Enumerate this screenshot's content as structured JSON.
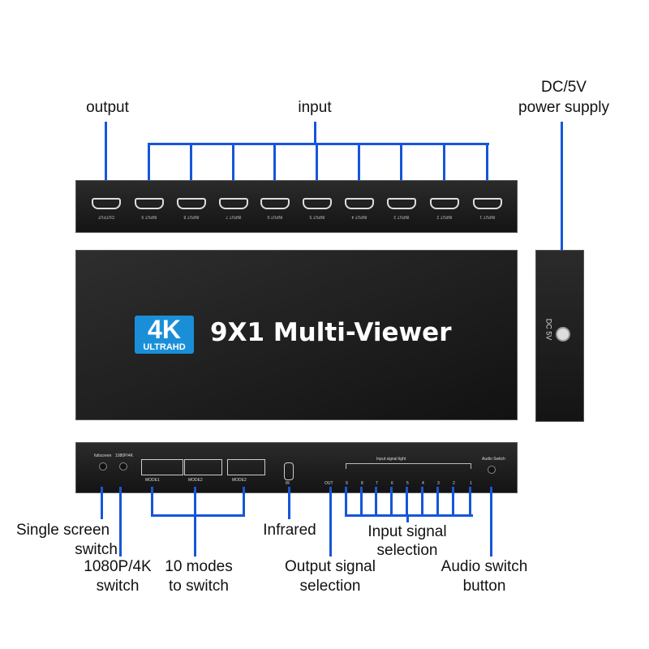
{
  "labels": {
    "output": "output",
    "input": "input",
    "dc_line1": "DC/5V",
    "dc_line2": "power supply",
    "single_line1": "Single screen",
    "single_line2": "switch",
    "res_line1": "1080P/4K",
    "res_line2": "switch",
    "modes_line1": "10 modes",
    "modes_line2": "to switch",
    "infrared": "Infrared",
    "outsel_line1": "Output signal",
    "outsel_line2": "selection",
    "insel_line1": "Input signal",
    "insel_line2": "selection",
    "audio_line1": "Audio switch",
    "audio_line2": "button"
  },
  "top_panel": {
    "ports": [
      "OUTPUT",
      "INPUT 9",
      "INPUT 8",
      "INPUT 7",
      "INPUT 6",
      "INPUT 5",
      "INPUT 4",
      "INPUT 3",
      "INPUT 2",
      "INPUT 1"
    ]
  },
  "front": {
    "logo_big": "4K",
    "logo_small": "ULTRAHD",
    "title": "9X1 Multi-Viewer"
  },
  "side": {
    "label": "DC 5V"
  },
  "back": {
    "fullscreen": "fullscreen",
    "res": "1080P/4K",
    "mode1": "MODE1",
    "mode2": "MODE2",
    "mode3": "MODE2",
    "ir": "IR",
    "out": "OUT",
    "signal_light": "Input signal light",
    "audio": "Audio Switch",
    "inputs": [
      "9",
      "8",
      "7",
      "6",
      "5",
      "4",
      "3",
      "2",
      "1"
    ]
  },
  "colors": {
    "accent": "#1656d8",
    "device": "#1e1e1e"
  }
}
